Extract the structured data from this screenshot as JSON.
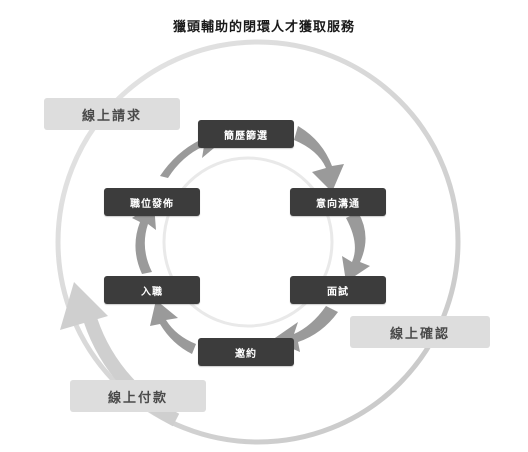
{
  "title": "獵頭輔助的閉環人才獲取服務",
  "cycle_steps": [
    "簡歷篩選",
    "意向溝通",
    "面試",
    "邀約",
    "入職",
    "職位發佈"
  ],
  "stages": [
    "線上請求",
    "線上確認",
    "線上付款"
  ],
  "colors": {
    "node_fill": "#3c3c3c",
    "arrow_ring": "#9a9a9a",
    "outer_ring": "#d4d4d4",
    "stage_fill": "#dddddd"
  }
}
